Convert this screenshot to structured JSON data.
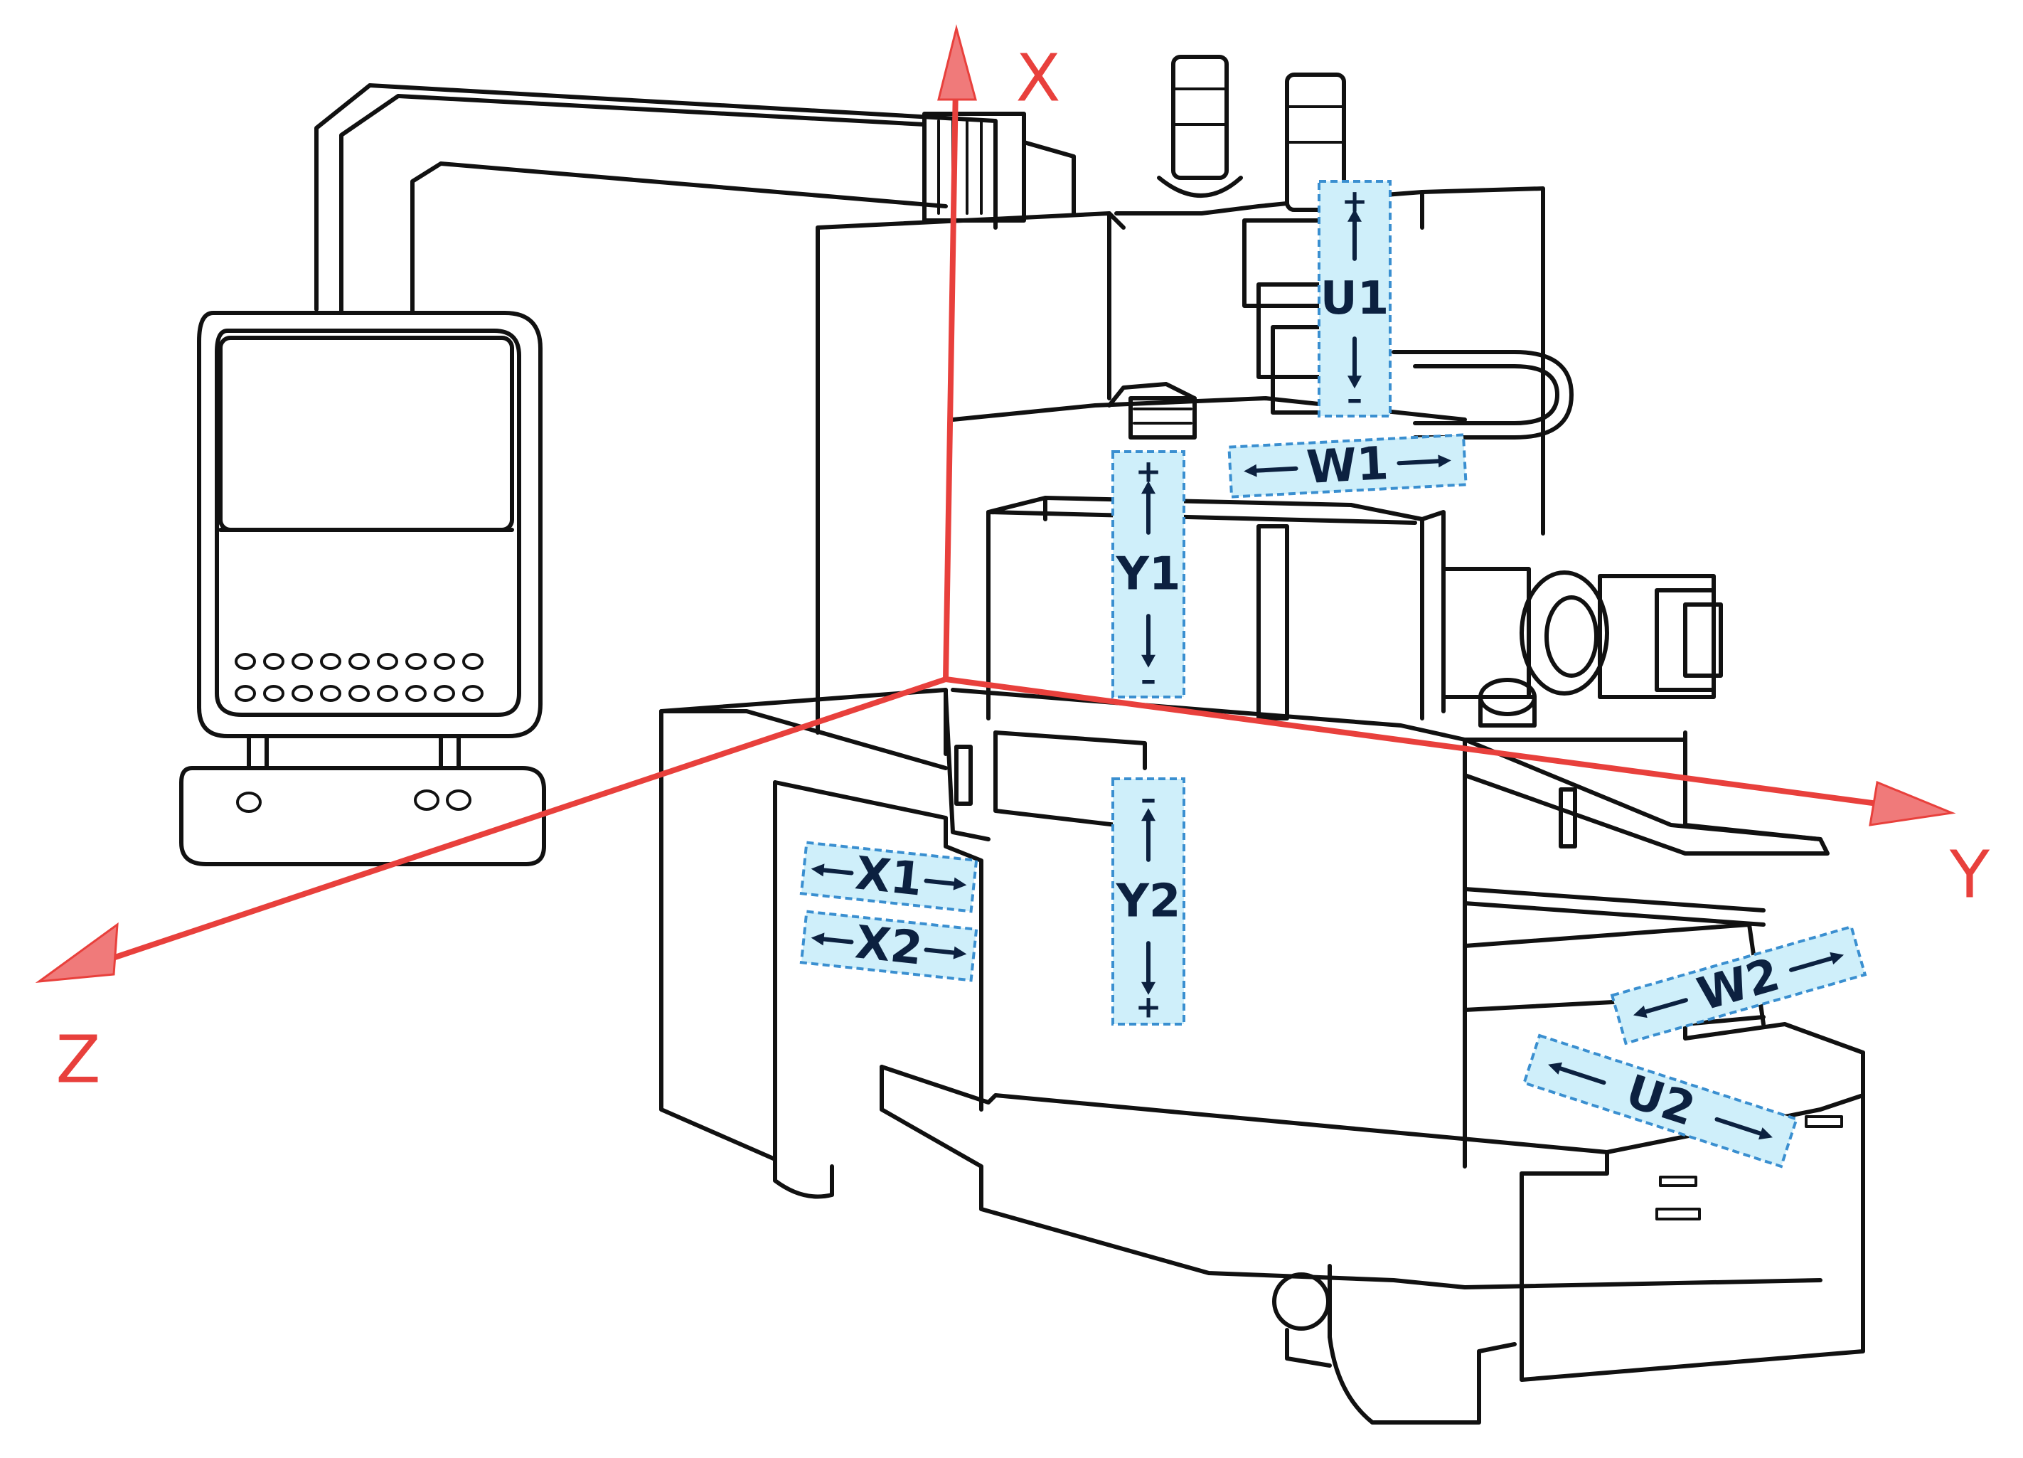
{
  "colors": {
    "axis": "#e8403c",
    "axis_head": "#f07a7a",
    "label_box": "#cfeffa",
    "label_text": "#0c2140",
    "outline": "#111111"
  },
  "axes": {
    "x": "X",
    "y": "Y",
    "z": "Z"
  },
  "motion_labels": {
    "u1": {
      "name": "U1",
      "plus": "+",
      "minus": "–"
    },
    "w1": {
      "name": "W1"
    },
    "y1": {
      "name": "Y1",
      "plus": "+",
      "minus": "–"
    },
    "y2": {
      "name": "Y2",
      "plus": "+",
      "minus": "–"
    },
    "x1": {
      "name": "X1"
    },
    "x2": {
      "name": "X2"
    },
    "w2": {
      "name": "W2"
    },
    "u2": {
      "name": "U2"
    }
  }
}
